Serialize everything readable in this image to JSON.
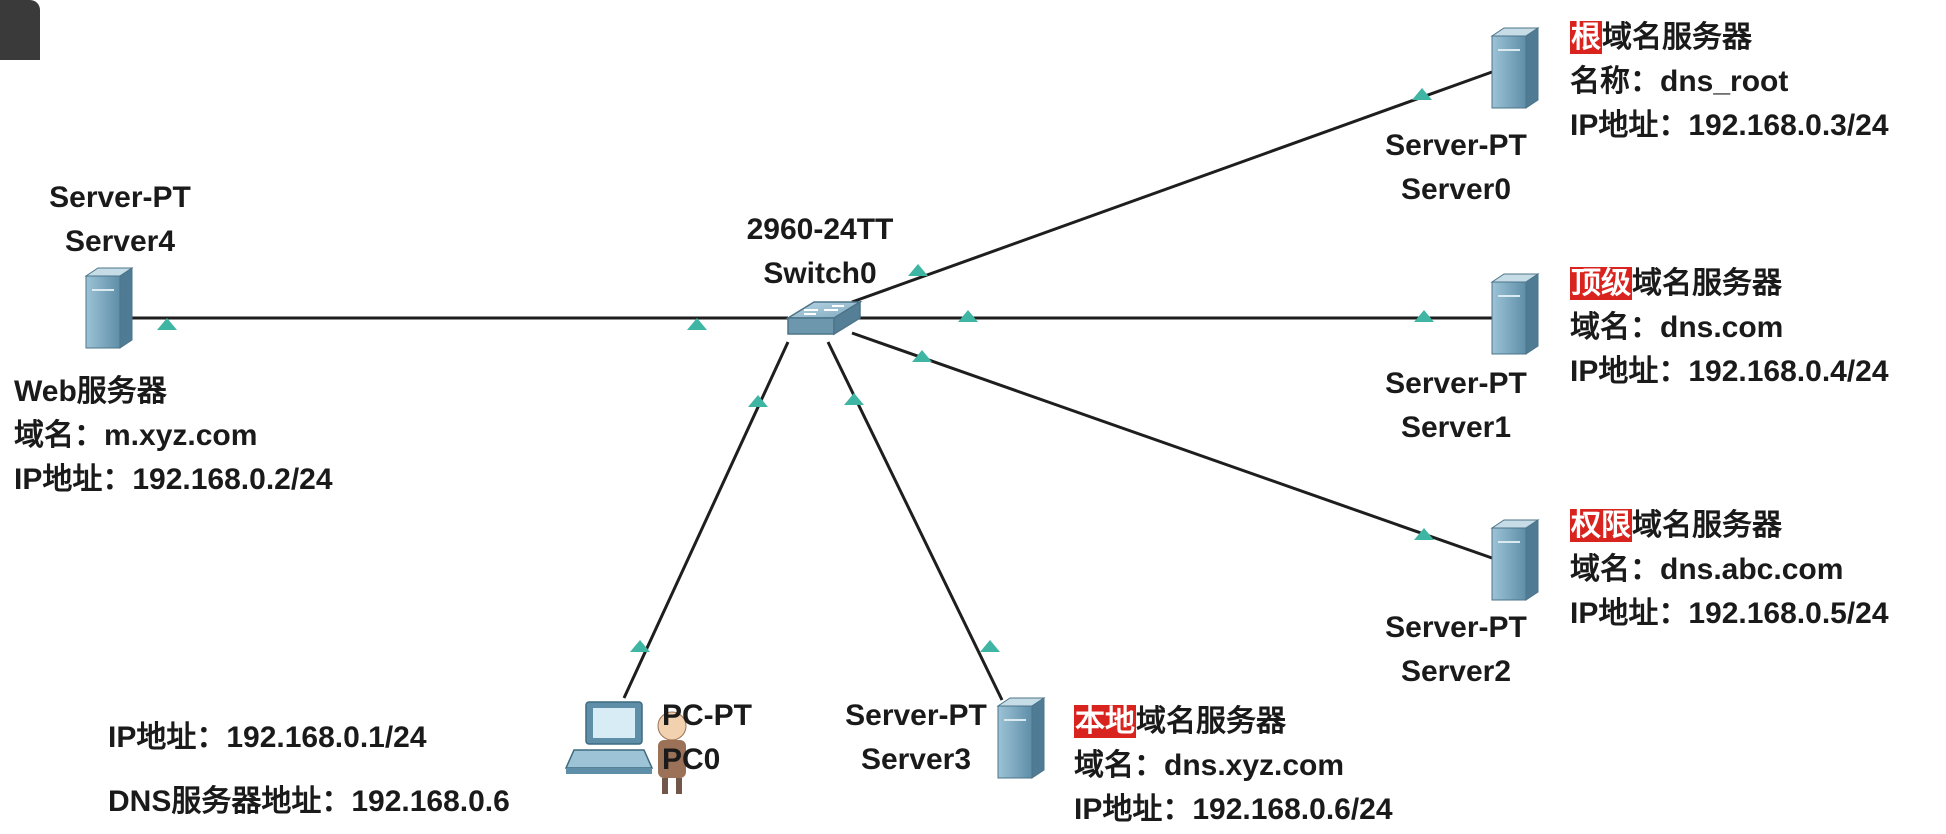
{
  "colors": {
    "link": "#1e1e1e",
    "arrow": "#3fb6a3",
    "highlight": "#d8231f",
    "server": "#6e9cb3"
  },
  "switch": {
    "model": "2960-24TT",
    "name": "Switch0"
  },
  "server4": {
    "model": "Server-PT",
    "name": "Server4",
    "role": "Web服务器",
    "domain_label": "域名：",
    "domain": "m.xyz.com",
    "ip_label": "IP地址：",
    "ip": "192.168.0.2/24"
  },
  "server0": {
    "model": "Server-PT",
    "name": "Server0",
    "role_hl": "根",
    "role_rest": "域名服务器",
    "name_label": "名称：",
    "name_value": "dns_root",
    "ip_label": "IP地址：",
    "ip": "192.168.0.3/24"
  },
  "server1": {
    "model": "Server-PT",
    "name": "Server1",
    "role_hl": "顶级",
    "role_rest": "域名服务器",
    "domain_label": "域名：",
    "domain": "dns.com",
    "ip_label": "IP地址：",
    "ip": "192.168.0.4/24"
  },
  "server2": {
    "model": "Server-PT",
    "name": "Server2",
    "role_hl": "权限",
    "role_rest": "域名服务器",
    "domain_label": "域名：",
    "domain": "dns.abc.com",
    "ip_label": "IP地址：",
    "ip": "192.168.0.5/24"
  },
  "server3": {
    "model": "Server-PT",
    "name": "Server3",
    "role_hl": "本地",
    "role_rest": "域名服务器",
    "domain_label": "域名：",
    "domain": "dns.xyz.com",
    "ip_label": "IP地址：",
    "ip": "192.168.0.6/24"
  },
  "pc0": {
    "model": "PC-PT",
    "name": "PC0",
    "ip_label": "IP地址：",
    "ip": "192.168.0.1/24",
    "dns_label": "DNS服务器地址：",
    "dns": "192.168.0.6"
  }
}
